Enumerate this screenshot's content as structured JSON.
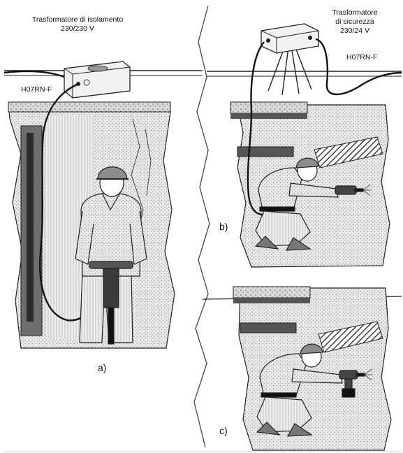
{
  "labels": {
    "iso_transformer": {
      "line1": "Trasformatore di isolamento",
      "line2": "230/230 V"
    },
    "safety_transformer": {
      "line1": "Trasformatore",
      "line2": "di sicurezza",
      "line3": "230/24 V"
    },
    "cable_left": "H07RN-F",
    "cable_right": "H07RN-F",
    "panel_a": "a)",
    "panel_b": "b)",
    "panel_c": "c)"
  }
}
